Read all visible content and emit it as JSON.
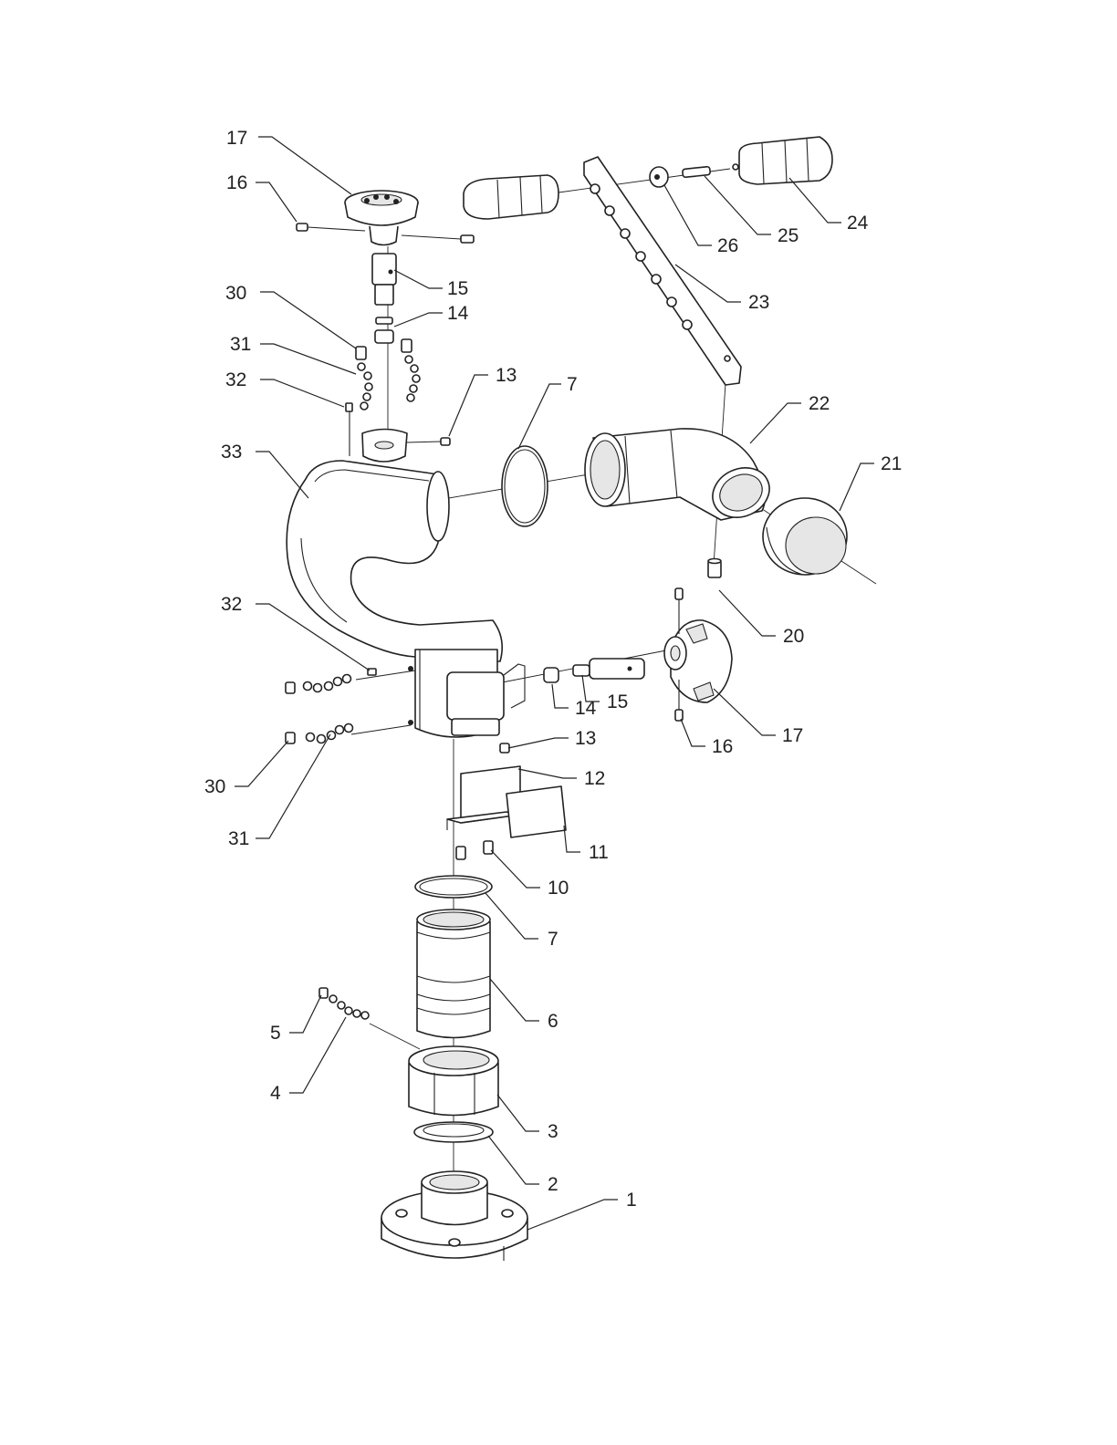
{
  "callouts": [
    {
      "id": "c17a",
      "label": "17"
    },
    {
      "id": "c16a",
      "label": "16"
    },
    {
      "id": "c15a",
      "label": "15"
    },
    {
      "id": "c14a",
      "label": "14"
    },
    {
      "id": "c30a",
      "label": "30"
    },
    {
      "id": "c31a",
      "label": "31"
    },
    {
      "id": "c32a",
      "label": "32"
    },
    {
      "id": "c13a",
      "label": "13"
    },
    {
      "id": "c7a",
      "label": "7"
    },
    {
      "id": "c33",
      "label": "33"
    },
    {
      "id": "c26",
      "label": "26"
    },
    {
      "id": "c25",
      "label": "25"
    },
    {
      "id": "c24",
      "label": "24"
    },
    {
      "id": "c23",
      "label": "23"
    },
    {
      "id": "c22",
      "label": "22"
    },
    {
      "id": "c21",
      "label": "21"
    },
    {
      "id": "c20",
      "label": "20"
    },
    {
      "id": "c32b",
      "label": "32"
    },
    {
      "id": "c14b",
      "label": "14"
    },
    {
      "id": "c15b",
      "label": "15"
    },
    {
      "id": "c17b",
      "label": "17"
    },
    {
      "id": "c13b",
      "label": "13"
    },
    {
      "id": "c16b",
      "label": "16"
    },
    {
      "id": "c12",
      "label": "12"
    },
    {
      "id": "c30b",
      "label": "30"
    },
    {
      "id": "c31b",
      "label": "31"
    },
    {
      "id": "c11",
      "label": "11"
    },
    {
      "id": "c10",
      "label": "10"
    },
    {
      "id": "c7b",
      "label": "7"
    },
    {
      "id": "c6",
      "label": "6"
    },
    {
      "id": "c5",
      "label": "5"
    },
    {
      "id": "c4",
      "label": "4"
    },
    {
      "id": "c3",
      "label": "3"
    },
    {
      "id": "c2",
      "label": "2"
    },
    {
      "id": "c1",
      "label": "1"
    }
  ]
}
